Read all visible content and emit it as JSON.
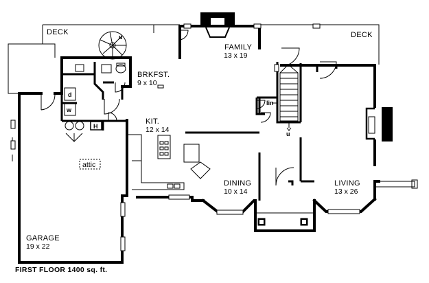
{
  "caption": "FIRST FLOOR  1400  sq. ft.",
  "rooms": {
    "deck_left": {
      "name": "DECK"
    },
    "deck_right": {
      "name": "DECK"
    },
    "family": {
      "name": "FAMILY",
      "size": "13 x 19"
    },
    "brkfst": {
      "name": "BRKFST.",
      "size": "9 x 10"
    },
    "kit": {
      "name": "KIT.",
      "size": "12 x 14"
    },
    "dining": {
      "name": "DINING",
      "size": "10 x 14"
    },
    "living": {
      "name": "LIVING",
      "size": "13 x 26"
    },
    "garage": {
      "name": "GARAGE",
      "size": "19 x 22"
    }
  },
  "fixtures": {
    "attic": "attic",
    "dryer": "d",
    "washer": "w",
    "water_heater": "H",
    "stair_up": "u",
    "stair_up_deck": "u",
    "closet": "lin"
  }
}
